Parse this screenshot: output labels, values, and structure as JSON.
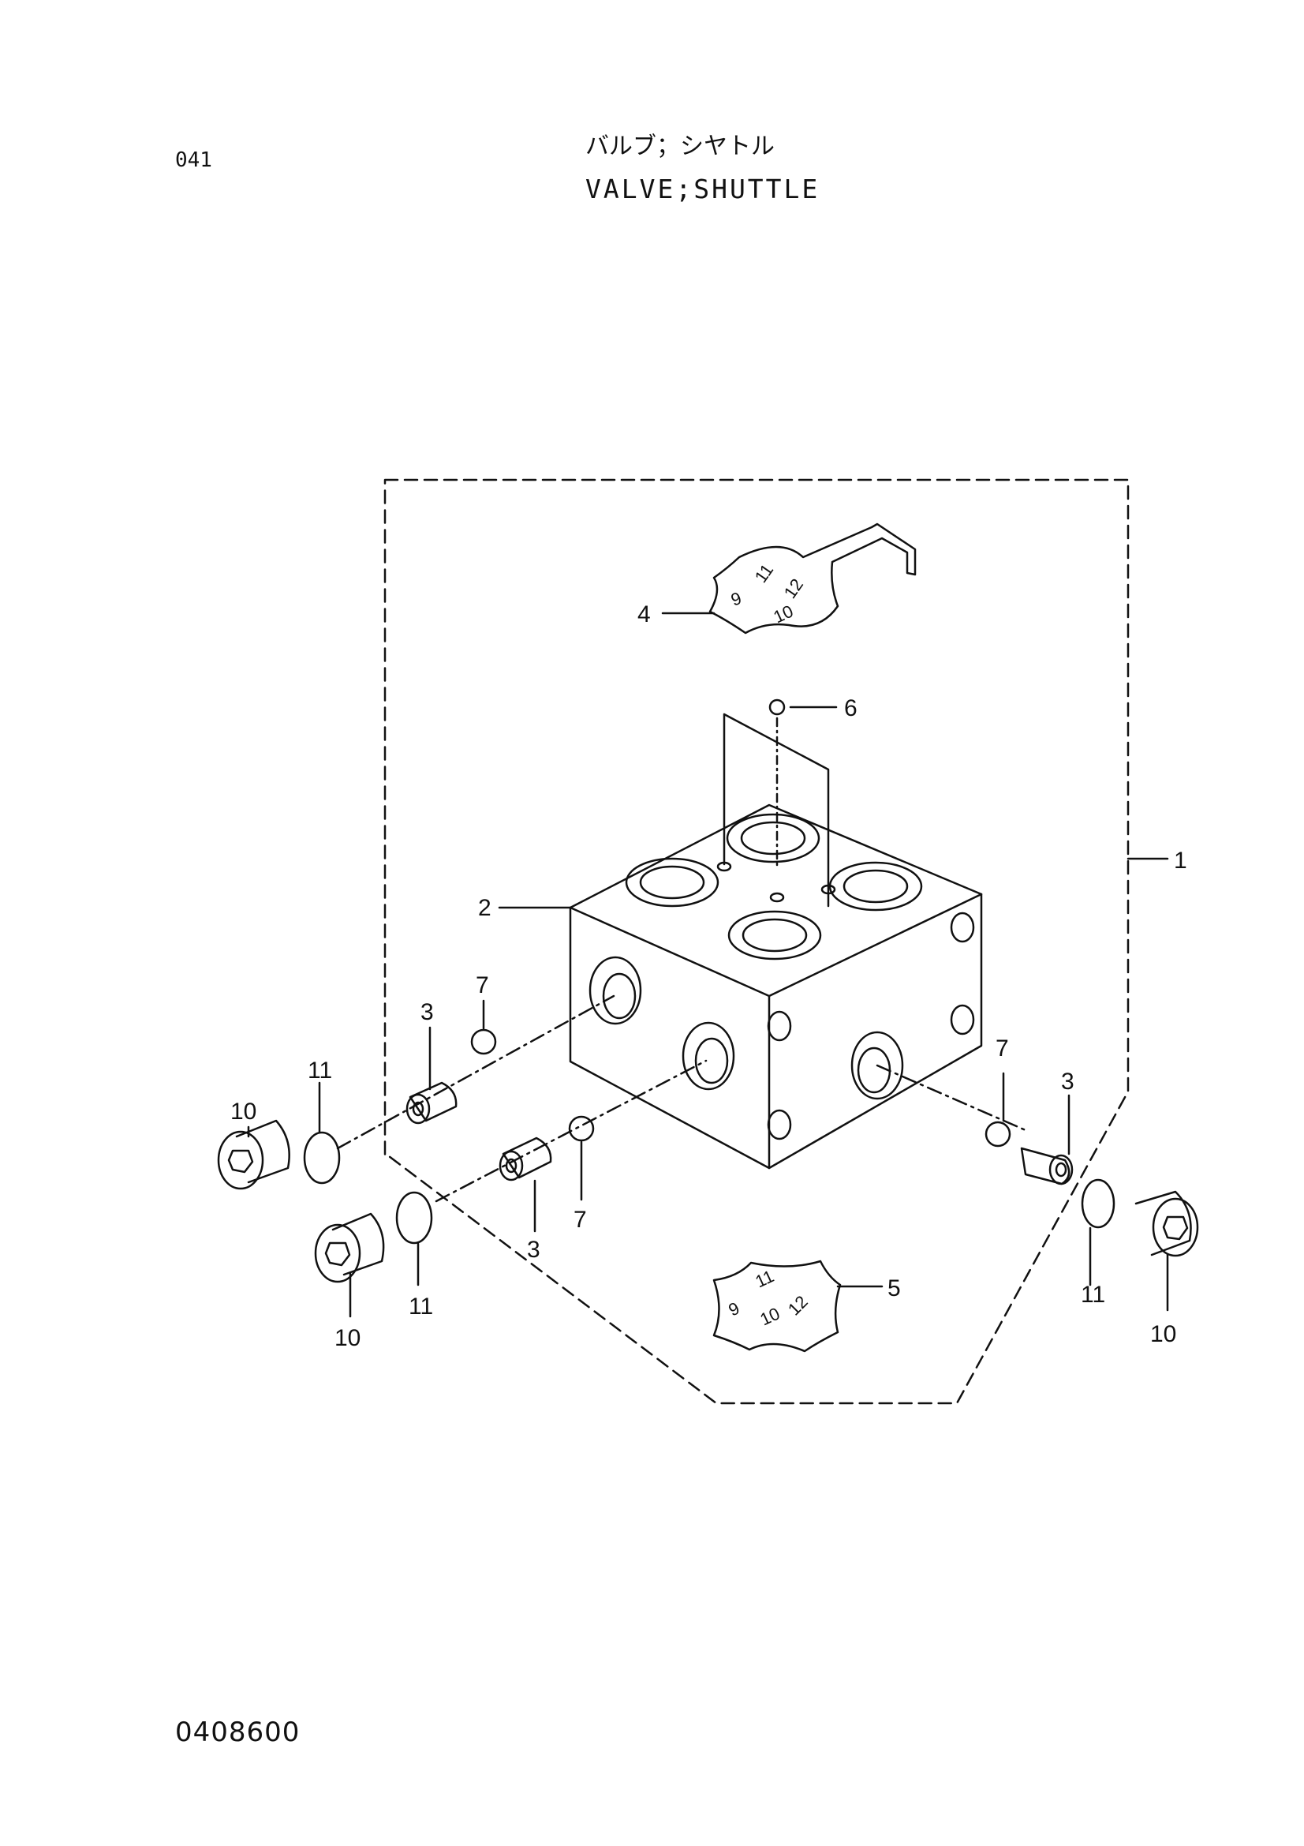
{
  "header": {
    "page_number": "041",
    "title_jp": "バルブ；シヤトル",
    "title_en": "VALVE;SHUTTLE"
  },
  "footer": {
    "document_code": "0408600"
  },
  "callouts": {
    "c1": "1",
    "c2": "2",
    "c3a": "3",
    "c3b": "3",
    "c3c": "3",
    "c4": "4",
    "c5": "5",
    "c6": "6",
    "c7a": "7",
    "c7b": "7",
    "c7c": "7",
    "c10a": "10",
    "c10b": "10",
    "c10c": "10",
    "c11a": "11",
    "c11b": "11",
    "c11c": "11"
  },
  "plates": {
    "plate4_labels": [
      "9",
      "11",
      "12",
      "10"
    ],
    "plate5_labels": [
      "11",
      "9",
      "10",
      "12"
    ]
  }
}
